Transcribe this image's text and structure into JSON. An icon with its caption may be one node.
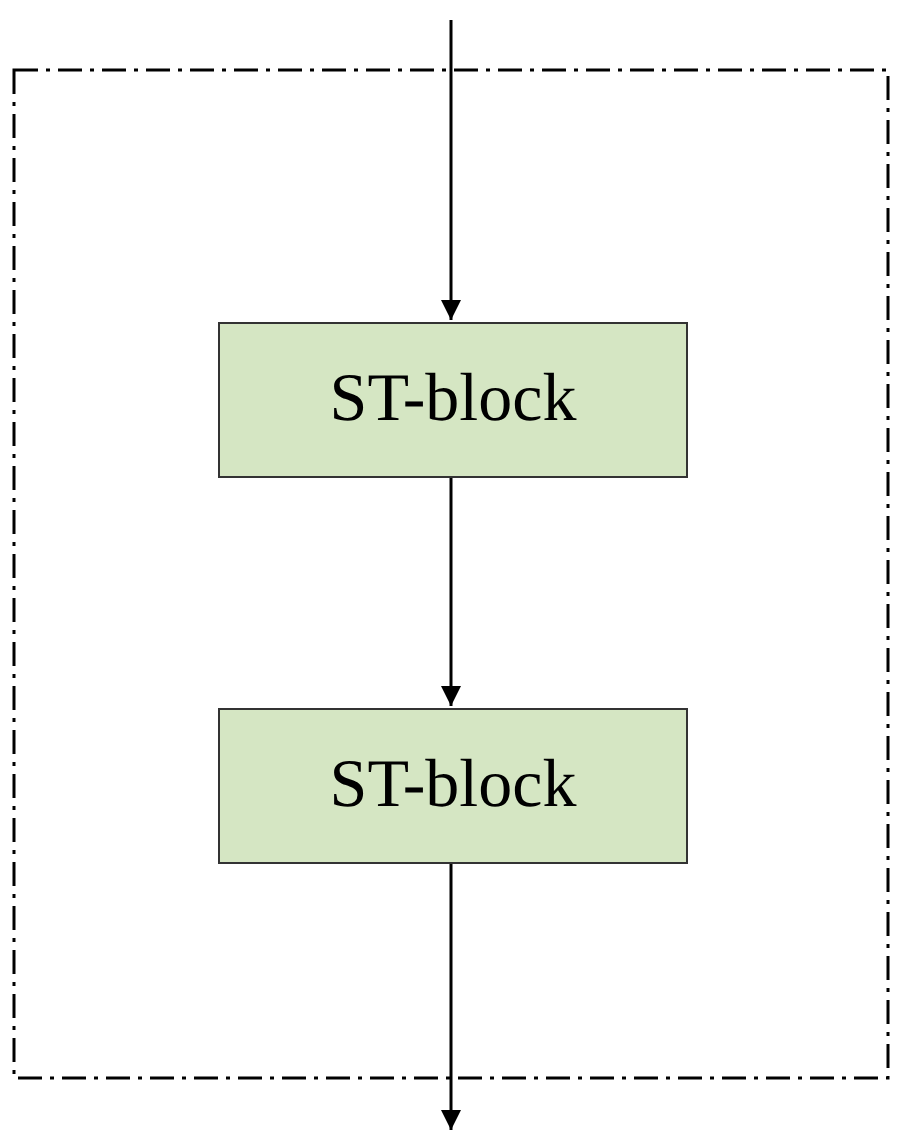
{
  "diagram": {
    "nodes": [
      {
        "text": [],
        "shape": "box"
      },
      {
        "text": [
          "ST-block"
        ],
        "in": 0
      },
      {
        "text": [
          "ST-block"
        ],
        "in": 0
      }
    ],
    "edges": [
      {
        "from": null,
        "to": 1,
        "arrow": "to"
      },
      {
        "from": 1,
        "to": 2,
        "arrow": "to"
      },
      {
        "from": 2,
        "to": null,
        "arrow": "to"
      }
    ]
  }
}
